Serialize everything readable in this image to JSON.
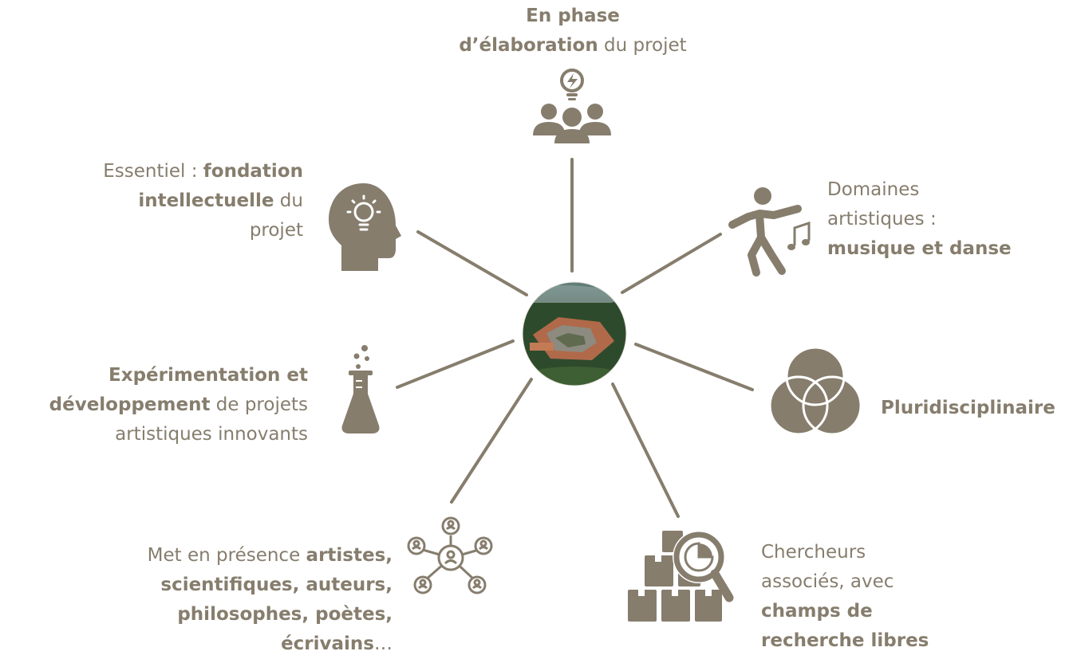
{
  "diagram": {
    "colors": {
      "accent": "#867d6d",
      "background": "#ffffff"
    },
    "center": {
      "image": "aerial-photo-of-abbey-in-forest"
    },
    "nodes": [
      {
        "id": "top",
        "icon": "people-with-lightbulb-icon",
        "lines": [
          {
            "b": "En phase",
            "r": ""
          },
          {
            "b": "d’élaboration",
            "r": " du projet"
          }
        ]
      },
      {
        "id": "top-left",
        "icon": "head-with-lightbulb-icon",
        "lines": [
          {
            "r": "Essentiel : ",
            "b": "fondation"
          },
          {
            "b": "intellectuelle",
            "r": " du"
          },
          {
            "r": "projet"
          }
        ]
      },
      {
        "id": "top-right",
        "icon": "dancer-with-music-note-icon",
        "lines": [
          {
            "r": "Domaines"
          },
          {
            "r": "artistiques :"
          },
          {
            "b": "musique et danse"
          }
        ]
      },
      {
        "id": "mid-left",
        "icon": "lab-flask-icon",
        "lines": [
          {
            "b": "Expérimentation et"
          },
          {
            "b": "développement",
            "r": " de projets"
          },
          {
            "r": "artistiques innovants"
          }
        ]
      },
      {
        "id": "mid-right",
        "icon": "venn-circles-icon",
        "lines": [
          {
            "b": "Pluridisciplinaire"
          }
        ]
      },
      {
        "id": "bottom-left",
        "icon": "people-network-icon",
        "lines": [
          {
            "r": "Met en présence ",
            "b": "artistes,"
          },
          {
            "b": "scientifiques, auteurs,"
          },
          {
            "b": "philosophes, poètes,"
          },
          {
            "b": "écrivains",
            "r": "…"
          }
        ]
      },
      {
        "id": "bottom-right",
        "icon": "boxes-magnifier-chart-icon",
        "lines": [
          {
            "r": "Chercheurs"
          },
          {
            "r": "associés, avec"
          },
          {
            "b": "champs de"
          },
          {
            "b": "recherche libres"
          }
        ]
      }
    ]
  }
}
